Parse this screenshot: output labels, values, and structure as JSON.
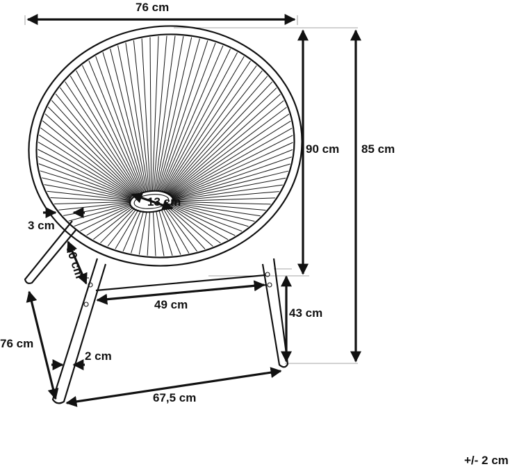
{
  "dimensions": {
    "width_top": "76 cm",
    "height_total": "90 cm",
    "height_back": "85 cm",
    "center_ring": "13 cm",
    "frame_tube": "3 cm",
    "seat_depth": "60 cm",
    "leg_spread_front": "49 cm",
    "seat_height": "43 cm",
    "leg_length": "76 cm",
    "leg_tube": "2 cm",
    "footprint_width": "67,5 cm"
  },
  "tolerance": "+/- 2 cm"
}
